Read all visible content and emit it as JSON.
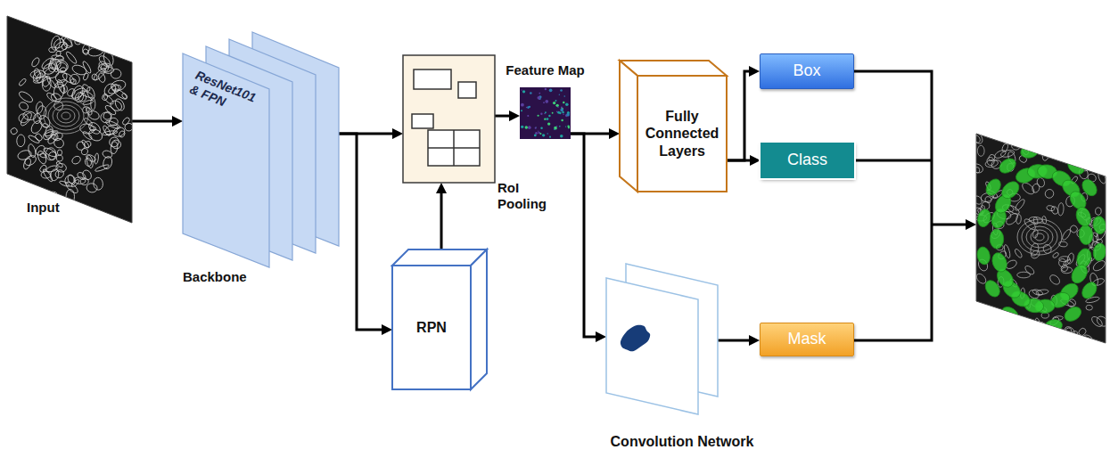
{
  "diagram": {
    "nodes": [
      {
        "text": [
          "Input"
        ]
      },
      {
        "text": [
          "ResNet101 & FPN",
          "Backbone"
        ]
      },
      {
        "text": [
          "RoI Pooling"
        ]
      },
      {
        "text": [
          "RPN"
        ]
      },
      {
        "text": [
          "Feature Map"
        ]
      },
      {
        "text": [
          "Fully Connected Layers"
        ]
      },
      {
        "text": [
          "Box"
        ]
      },
      {
        "text": [
          "Class"
        ]
      },
      {
        "text": [
          "Convolution Network"
        ]
      },
      {
        "text": [
          "Mask"
        ]
      }
    ],
    "edges": [
      {
        "from": 0,
        "to": 1,
        "arrow": "to"
      },
      {
        "from": 1,
        "to": 2,
        "arrow": "to"
      },
      {
        "from": 1,
        "to": 3,
        "arrow": "to"
      },
      {
        "from": 3,
        "to": 2,
        "arrow": "to"
      },
      {
        "from": 2,
        "to": 4,
        "arrow": "to"
      },
      {
        "from": 4,
        "to": 5,
        "arrow": "to"
      },
      {
        "from": 4,
        "to": 8,
        "arrow": "to"
      },
      {
        "from": 5,
        "to": 6,
        "arrow": "to"
      },
      {
        "from": 5,
        "to": 7,
        "arrow": "to"
      },
      {
        "from": 8,
        "to": 9,
        "arrow": "to"
      }
    ]
  }
}
